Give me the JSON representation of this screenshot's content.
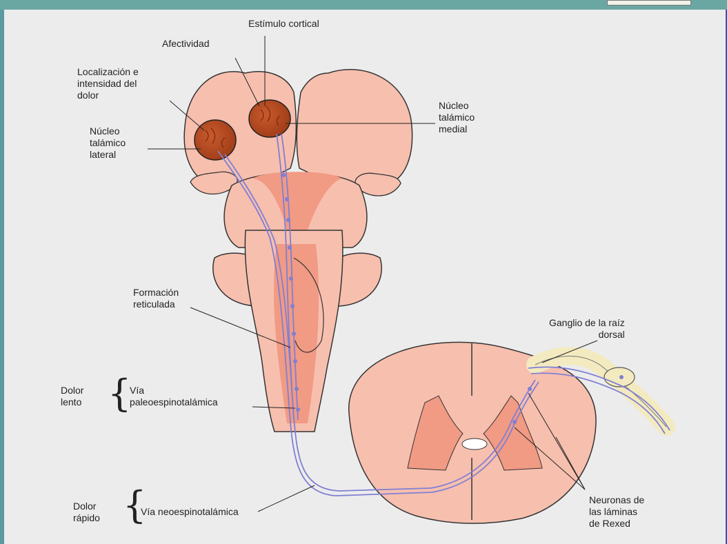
{
  "diagram": {
    "labels": {
      "estimulo_cortical": "Estímulo cortical",
      "afectividad": "Afectividad",
      "localizacion": "Localización e\nintensidad del\ndolor",
      "nucleo_lateral": "Núcleo\ntalámico\nlateral",
      "nucleo_medial": "Núcleo\ntalámico\nmedial",
      "formacion_reticulada": "Formación\nreticulada",
      "dolor_lento": "Dolor\nlento",
      "via_paleo": "Vía\npaleoespinotalámica",
      "ganglio": "Ganglio de la raíz\ndorsal",
      "dolor_rapido": "Dolor\nrápido",
      "via_neo": "Vía neoespinotalámica",
      "neuronas_rexed": "Neuronas de\nlas láminas\nde Rexed"
    },
    "colors": {
      "tissue": "#f7bfae",
      "tissue_dark": "#f19a84",
      "nucleus": "#b34a22",
      "pathway": "#7f7fd4",
      "background": "#ececec",
      "slide_blue": "#3a4fb8",
      "slide_teal": "#6aa7a3"
    }
  }
}
